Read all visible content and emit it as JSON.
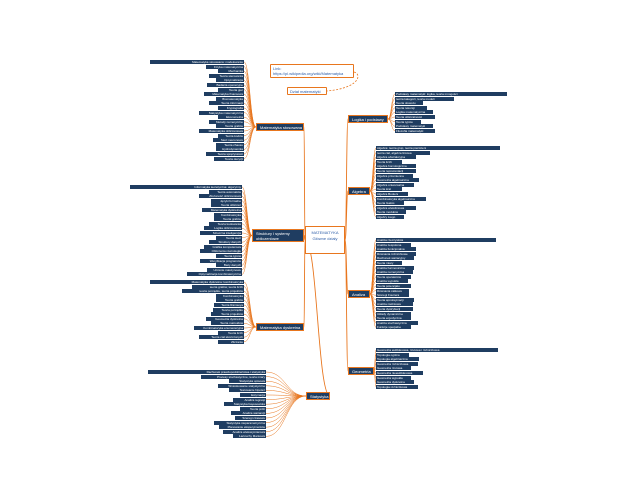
{
  "center": {
    "title": "MATEMATYKA",
    "subtitle": "Główne działy"
  },
  "note": {
    "lines": [
      "Link:",
      "https://pl.wikipedia.org/wiki/Matematyka"
    ]
  },
  "callout": "Dział matematyki",
  "colors": {
    "branch": "#1f3d61",
    "line": "#e8761e",
    "text": "#2e5ea8"
  },
  "branches": {
    "right": [
      {
        "label": "Logika i podstawy",
        "leaves": [
          "Podstawy matematyki: logika, teoria mnogości",
          "teoria kategorii, teoria modeli",
          "Teoria dowodu",
          "Teoria rekursji",
          "Logika matematyczna",
          "Teoria obliczalności",
          "Teoria typów",
          "Podstawy matematyki",
          "Filozofia matematyki"
        ]
      },
      {
        "label": "Algebra",
        "leaves": [
          "Algebra: teoria grup, teoria pierścieni",
          "teoria ciał, algebra liniowa",
          "Algebra abstrakcyjna",
          "Teoria liczb",
          "Algebra homologiczna",
          "Teoria reprezentacji",
          "Algebra przemienna",
          "Geometria algebraiczna",
          "Algebra uniwersalna",
          "Teoria krat",
          "Algebra Boole'a",
          "Kombinatoryka algebraiczna",
          "Teoria Galois",
          "Algebra wieloliniowa",
          "Teoria modułów",
          "Algebry Liego"
        ]
      },
      {
        "label": "Analiza",
        "leaves": [
          "Analiza rzeczywista",
          "Analiza zespolona",
          "Analiza funkcjonalna",
          "Równania różniczkowe",
          "Rachunek wariacyjny",
          "Teoria miary",
          "Analiza harmoniczna",
          "Analiza numeryczna",
          "Teoria operatorów",
          "Analiza wypukła",
          "Teoria potencjału",
          "Równania całkowe",
          "Szeregi Fouriera",
          "Teoria aproksymacji",
          "Analiza nieliniowa",
          "Teoria dystrybucji",
          "Układy dynamiczne",
          "Teoria ergodyczna",
          "Analiza stochastyczna",
          "Funkcje specjalne"
        ]
      },
      {
        "label": "Geometria",
        "leaves": [
          "Geometria euklidesowa, rzutowa i różniczkowa",
          "Topologia ogólna",
          "Topologia algebraiczna",
          "Geometria różniczkowa",
          "Geometria rzutowa",
          "Geometria nieeuklidesowa",
          "Geometria wypukła",
          "Geometria dyskretna",
          "Topologia różniczkowa"
        ]
      }
    ],
    "left": [
      {
        "label": "Matematyka stosowana",
        "leaves": [
          "Matematyka stosowana: modelowanie",
          "Fizyka matematyczna",
          "Mechanika",
          "Teoria sterowania",
          "Optymalizacja",
          "Badania operacyjne",
          "Teoria gier",
          "Matematyka finansowa",
          "Biomatematyka",
          "Teoria informacji",
          "Kryptografia",
          "Statystyka matematyczna",
          "Ekonometria",
          "Metody numeryczne",
          "Teoria grafów",
          "Matematyka obliczeniowa",
          "Teoria kodów",
          "Sieci neuronowe",
          "Teoria chaosu",
          "Hydrodynamika",
          "Teoria sprężystości",
          "Teoria decyzji"
        ]
      },
      {
        "label": "Struktury i systemy obliczeniowe",
        "leaves": [
          "Informatyka teoretyczna: algorytmy",
          "Teoria automatów",
          "Złożoność obliczeniowa",
          "Języki formalne",
          "Teoria obliczeń",
          "Matematyka dyskretna",
          "Kombinatoryka",
          "Teoria grafów",
          "Teoria kodowania",
          "Logika obliczeniowa",
          "Sztuczna inteligencja",
          "Teoria sieci",
          "Struktury danych",
          "Grafika komputerowa",
          "Obliczenia równoległe",
          "Teoria typów",
          "Weryfikacja programów",
          "Bazy danych",
          "Uczenie maszynowe",
          "Optymalizacja kombinatoryczna"
        ]
      },
      {
        "label": "Matematyka dyskretna",
        "leaves": [
          "Matematyka dyskretna: kombinatoryka",
          "teoria grafów, teoria liczb",
          "teoria porządku, teoria projektów",
          "Kombinatoryka",
          "Teoria grafów",
          "Teoria Ramseya",
          "Teoria porządku",
          "Teoria projektów",
          "Geometria dyskretna",
          "Teoria matroidów",
          "Kombinatoryka enumeracyjna",
          "Teoria liczb",
          "Teoria ciał skończonych",
          "Zliczanie"
        ]
      },
      {
        "label": "Statystyka",
        "leaves": [
          "Rachunek prawdopodobieństwa i statystyka",
          "Procesy stochastyczne, teoria miary",
          "Statystyka opisowa",
          "Wnioskowanie statystyczne",
          "Testowanie hipotez",
          "Estymacja",
          "Analiza regresji",
          "Statystyka bayesowska",
          "Teoria prób",
          "Analiza wariancji",
          "Szeregi czasowe",
          "Statystyka nieparametryczna",
          "Planowanie eksperymentów",
          "Analiza wielowymiarowa",
          "Łańcuchy Markowa"
        ]
      }
    ]
  }
}
